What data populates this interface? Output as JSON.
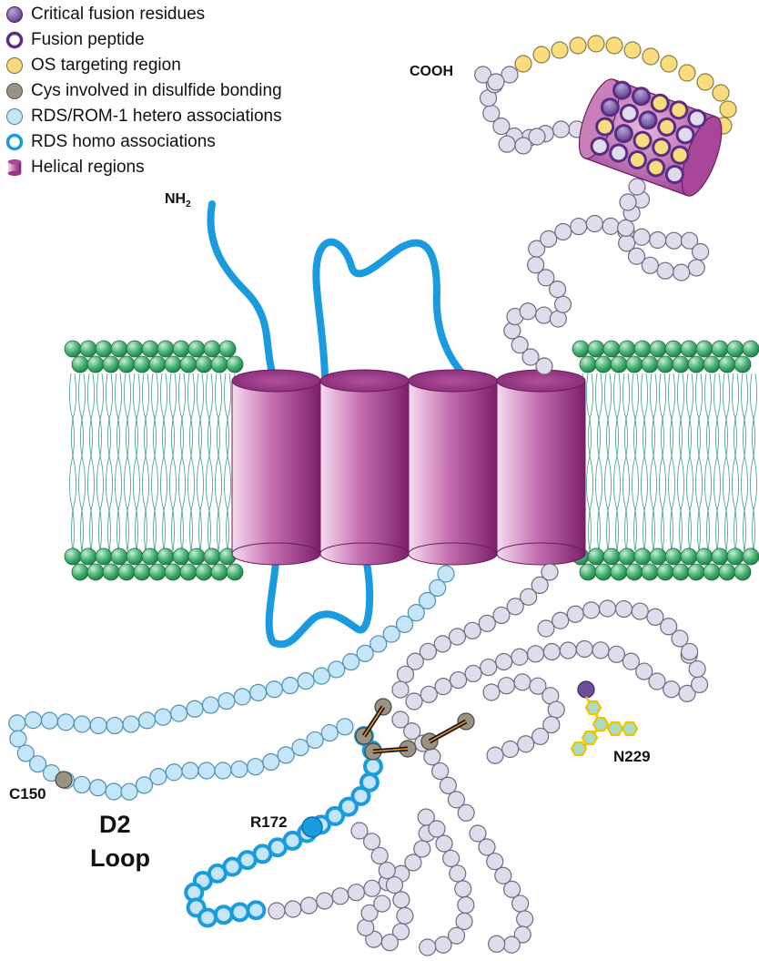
{
  "legend": {
    "items": [
      {
        "key": "critical",
        "label": "Critical fusion residues",
        "icon": "filled-purple-circle"
      },
      {
        "key": "fusion",
        "label": "Fusion peptide",
        "icon": "purple-ring"
      },
      {
        "key": "os",
        "label": "OS targeting region",
        "icon": "yellow-circle"
      },
      {
        "key": "cys",
        "label": "Cys involved in disulfide bonding",
        "icon": "gray-circle"
      },
      {
        "key": "hetero",
        "label": "RDS/ROM-1  hetero associations",
        "icon": "light-blue-circle"
      },
      {
        "key": "homo",
        "label": "RDS homo associations",
        "icon": "blue-ring"
      },
      {
        "key": "helix",
        "label": "Helical regions",
        "icon": "purple-cylinder"
      }
    ]
  },
  "labels": {
    "nh2": "NH",
    "nh2_sub": "2",
    "cooh": "COOH",
    "c150": "C150",
    "d2_line1": "D2",
    "d2_line2": "Loop",
    "r172": "R172",
    "n229": "N229"
  },
  "colors": {
    "critical": "#6d4e9c",
    "fusion_ring": "#5a2d82",
    "os_yellow": "#f8dc7e",
    "cys_gray": "#9b9284",
    "hetero_blue": "#c5e6f8",
    "homo_ring": "#1a9be0",
    "residue_lavender": "#e0dcec",
    "helix_purple": "#9a3585",
    "lipid_green": "#3fae6c",
    "loop_blue": "#1a9be0",
    "glycan": "#f2c200"
  }
}
